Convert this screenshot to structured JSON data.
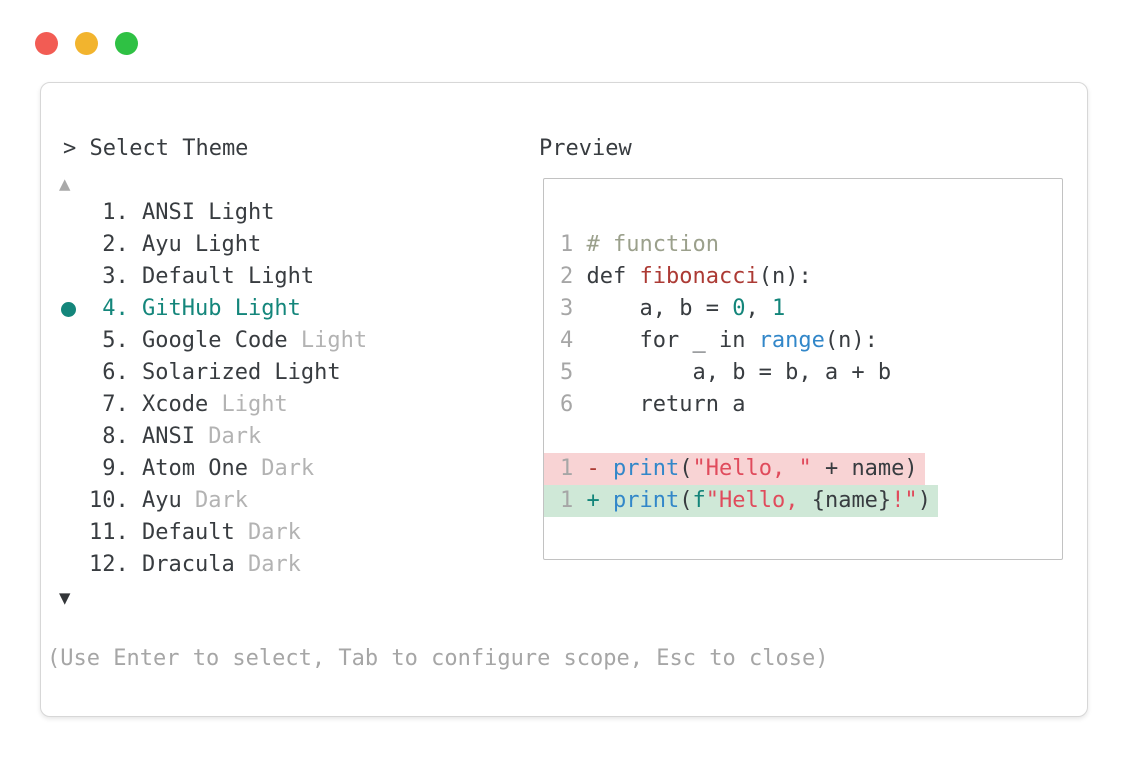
{
  "window": {
    "traffic_lights": [
      {
        "name": "close",
        "color": "#f25c54"
      },
      {
        "name": "minimize",
        "color": "#f2b42e"
      },
      {
        "name": "zoom",
        "color": "#2fc144"
      }
    ]
  },
  "header": {
    "select_title": "> Select Theme",
    "preview_label": "Preview"
  },
  "theme_list": {
    "up_arrow": "▲",
    "down_arrow": "▼",
    "selected_number": "4",
    "accent_color": "#14867b",
    "items": [
      {
        "num": "1",
        "name": "ANSI Light",
        "suffix": "",
        "state": "normal"
      },
      {
        "num": "2",
        "name": "Ayu Light",
        "suffix": "",
        "state": "normal"
      },
      {
        "num": "3",
        "name": "Default Light",
        "suffix": "",
        "state": "normal"
      },
      {
        "num": "4",
        "name": "GitHub Light",
        "suffix": "",
        "state": "selected"
      },
      {
        "num": "5",
        "name": "Google Code",
        "suffix": " Light",
        "state": "normal"
      },
      {
        "num": "6",
        "name": "Solarized Light",
        "suffix": "",
        "state": "normal"
      },
      {
        "num": "7",
        "name": "Xcode",
        "suffix": " Light",
        "state": "normal"
      },
      {
        "num": "8",
        "name": "ANSI",
        "suffix": " Dark",
        "state": "normal"
      },
      {
        "num": "9",
        "name": "Atom One",
        "suffix": " Dark",
        "state": "normal"
      },
      {
        "num": "10",
        "name": "Ayu",
        "suffix": " Dark",
        "state": "normal"
      },
      {
        "num": "11",
        "name": "Default",
        "suffix": " Dark",
        "state": "normal"
      },
      {
        "num": "12",
        "name": "Dracula",
        "suffix": " Dark",
        "state": "normal"
      }
    ]
  },
  "preview": {
    "syntax_colors": {
      "default": "#383c40",
      "comment": "#9ba08c",
      "function_name": "#ac3a34",
      "string": "#e04b5c",
      "call": "#3287c9",
      "number": "#13857a",
      "line_number": "#a6a6a6",
      "removed_bg": "#f8d3d4",
      "added_bg": "#cfe8d7"
    },
    "lines": [
      {
        "num": "1",
        "bg": "none",
        "tokens": [
          [
            "# function",
            "comment"
          ]
        ]
      },
      {
        "num": "2",
        "bg": "none",
        "tokens": [
          [
            "def ",
            "default"
          ],
          [
            "fibonacci",
            "red"
          ],
          [
            "(n):",
            "default"
          ]
        ]
      },
      {
        "num": "3",
        "bg": "none",
        "tokens": [
          [
            "    a, b = ",
            "default"
          ],
          [
            "0",
            "teal"
          ],
          [
            ", ",
            "default"
          ],
          [
            "1",
            "teal"
          ]
        ]
      },
      {
        "num": "4",
        "bg": "none",
        "tokens": [
          [
            "    for _ in ",
            "default"
          ],
          [
            "range",
            "blue"
          ],
          [
            "(n):",
            "default"
          ]
        ]
      },
      {
        "num": "5",
        "bg": "none",
        "tokens": [
          [
            "        a, b = b, a + b",
            "default"
          ]
        ]
      },
      {
        "num": "6",
        "bg": "none",
        "tokens": [
          [
            "    return a",
            "default"
          ]
        ]
      },
      {
        "num": "",
        "bg": "none",
        "tokens": []
      },
      {
        "num": "1",
        "bg": "removed",
        "tokens": [
          [
            "- ",
            "red"
          ],
          [
            "print",
            "blue"
          ],
          [
            "(",
            "default"
          ],
          [
            "\"Hello, \"",
            "string"
          ],
          [
            " + name)",
            "default"
          ]
        ]
      },
      {
        "num": "1",
        "bg": "added",
        "tokens": [
          [
            "+ ",
            "teal"
          ],
          [
            "print",
            "blue"
          ],
          [
            "(",
            "default"
          ],
          [
            "f",
            "teal"
          ],
          [
            "\"Hello, ",
            "string"
          ],
          [
            "{name}",
            "default"
          ],
          [
            "!\"",
            "string"
          ],
          [
            ")",
            "default"
          ]
        ]
      }
    ]
  },
  "footer": {
    "hint": "(Use Enter to select, Tab to configure scope, Esc to close)"
  }
}
